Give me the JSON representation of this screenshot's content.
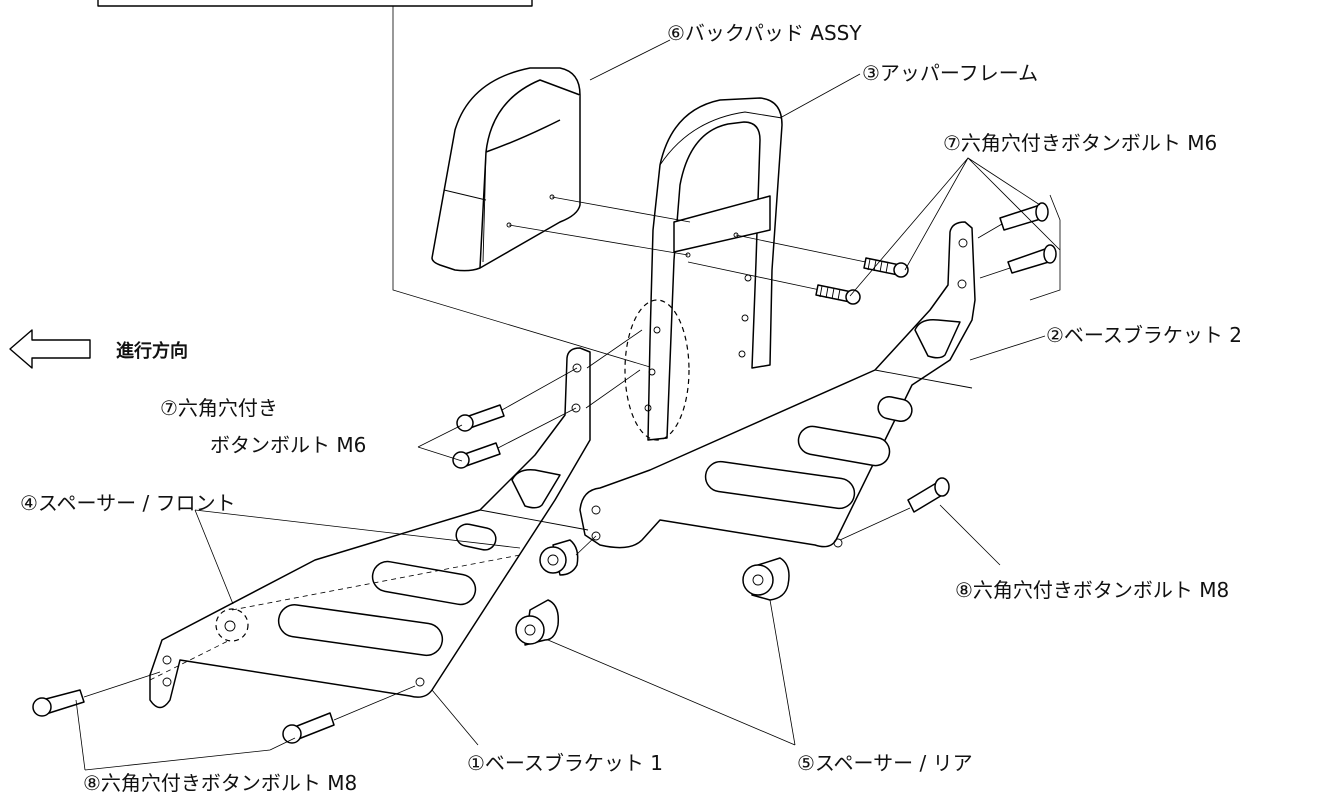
{
  "labels": {
    "back_pad": "⑥バックパッド ASSY",
    "upper_frame": "③アッパーフレーム",
    "bolt_m6_right": "⑦六角穴付きボタンボルト M6",
    "direction": "進行方向",
    "base_bracket_2": "②ベースブラケット 2",
    "bolt_m6_left_line1": "⑦六角穴付き",
    "bolt_m6_left_line2": "ボタンボルト M6",
    "spacer_front": "④スペーサー / フロント",
    "bolt_m8_right": "⑧六角穴付きボタンボルト M8",
    "bolt_m8_left": "⑧六角穴付きボタンボルト M8",
    "base_bracket_1": "①ベースブラケット 1",
    "spacer_rear": "⑤スペーサー / リア"
  },
  "icons": {
    "direction_arrow": "left-arrow-outline-icon"
  }
}
